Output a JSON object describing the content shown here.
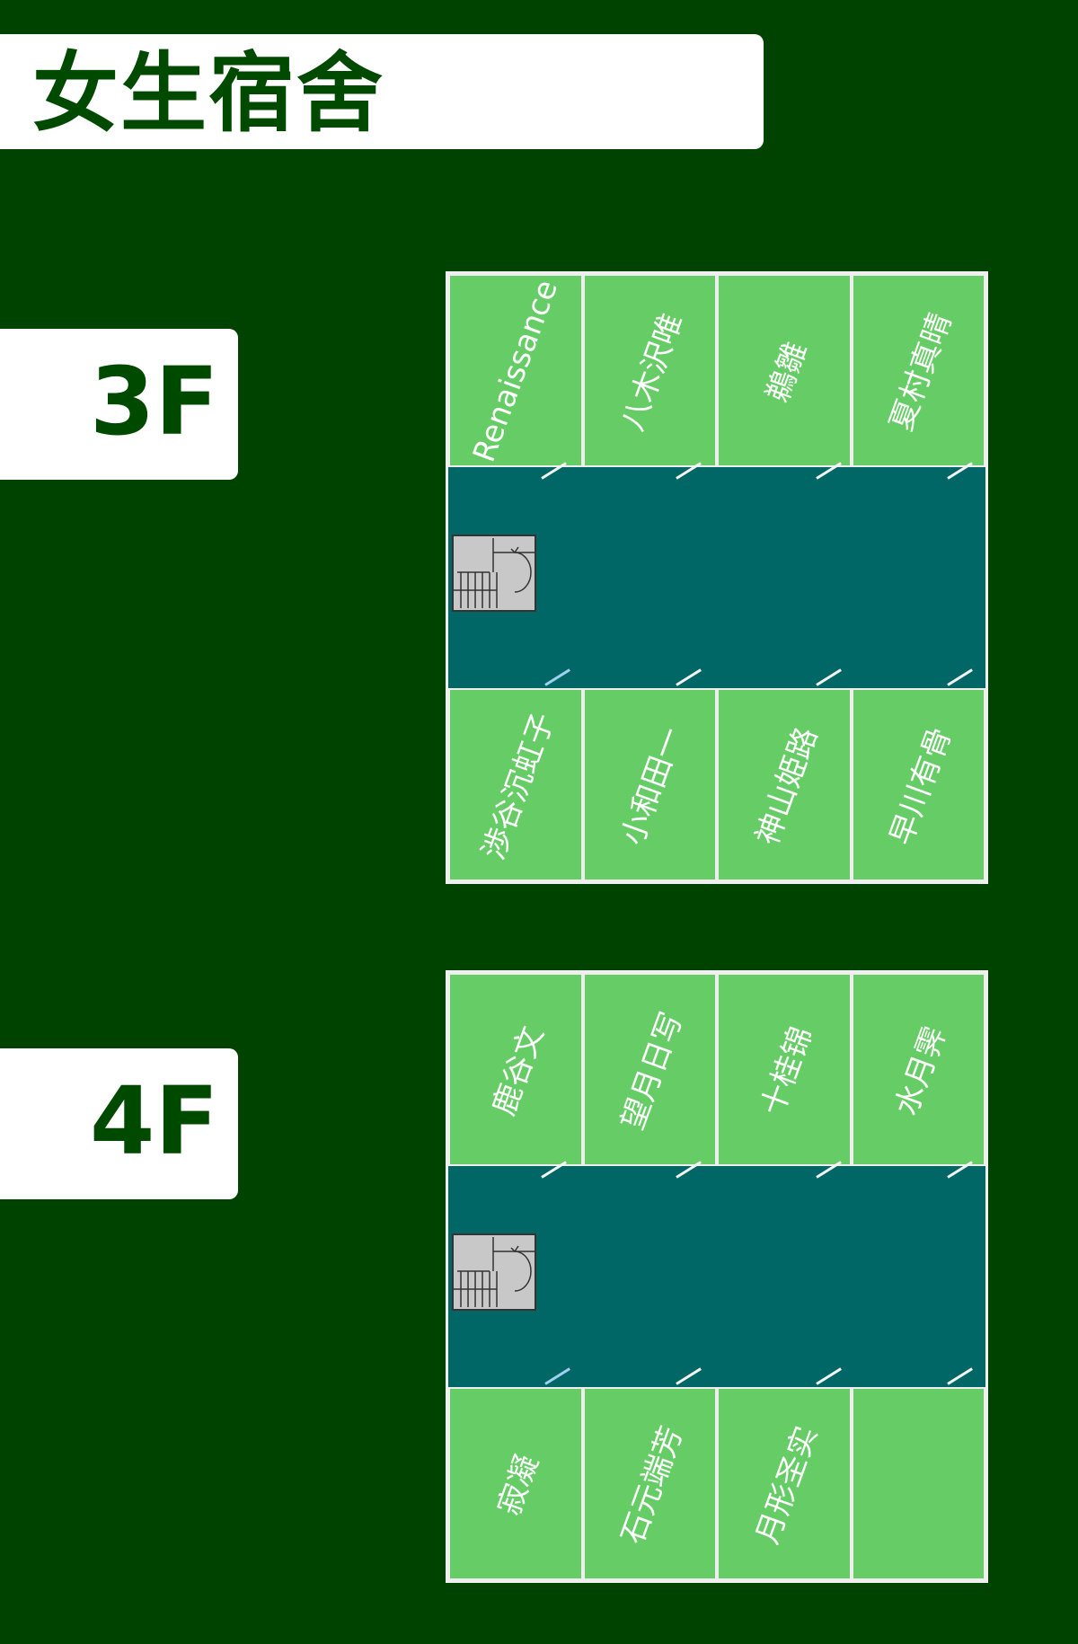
{
  "title": "女生宿舍",
  "floors": [
    {
      "label": "3F",
      "top_rooms": [
        "Renaissance",
        "八木沢唯",
        "鵜雛",
        "夏村真晴"
      ],
      "bottom_rooms": [
        "渉谷沉虹子",
        "小和田一",
        "神山姫路",
        "早川有骨"
      ]
    },
    {
      "label": "4F",
      "top_rooms": [
        "鹿谷文",
        "望月日写",
        "十桂锦",
        "水月霁"
      ],
      "bottom_rooms": [
        "寂凝",
        "石元端芳",
        "月形圣实",
        ""
      ]
    }
  ],
  "colors": {
    "background": "#004200",
    "room": "#66cc66",
    "corridor": "#006666",
    "label_text": "#004a00"
  }
}
